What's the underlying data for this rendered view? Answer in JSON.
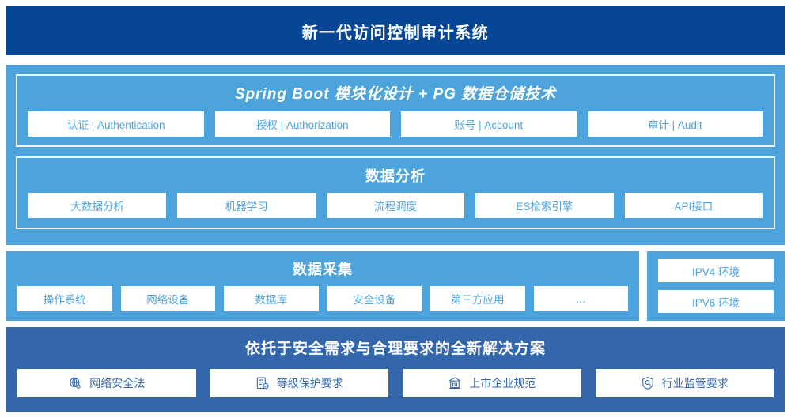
{
  "header": {
    "title": "新一代访问控制审计系统"
  },
  "platform": {
    "springboot": {
      "title": "Spring Boot 模块化设计 + PG 数据仓储技术",
      "cards": [
        {
          "label": "认证 | Authentication"
        },
        {
          "label": "授权 | Authorization"
        },
        {
          "label": "账号 | Account"
        },
        {
          "label": "审计 | Audit"
        }
      ]
    },
    "analysis": {
      "title": "数据分析",
      "cards": [
        {
          "label": "大数据分析"
        },
        {
          "label": "机器学习"
        },
        {
          "label": "流程调度"
        },
        {
          "label": "ES检索引擎"
        },
        {
          "label": "API接口"
        }
      ]
    }
  },
  "collection": {
    "title": "数据采集",
    "cards": [
      {
        "label": "操作系统"
      },
      {
        "label": "网络设备"
      },
      {
        "label": "数据库"
      },
      {
        "label": "安全设备"
      },
      {
        "label": "第三方应用"
      },
      {
        "label": "…"
      }
    ]
  },
  "environments": {
    "cards": [
      {
        "label": "IPV4 环境"
      },
      {
        "label": "IPV6 环境"
      }
    ]
  },
  "compliance": {
    "title": "依托于安全需求与合理要求的全新解决方案",
    "cards": [
      {
        "label": "网络安全法",
        "icon": "globe-network-icon"
      },
      {
        "label": "等级保护要求",
        "icon": "document-check-icon"
      },
      {
        "label": "上市企业规范",
        "icon": "bank-building-icon"
      },
      {
        "label": "行业监管要求",
        "icon": "shield-search-icon"
      }
    ]
  },
  "colors": {
    "header_navy": "#064694",
    "panel_blue": "#4da4dd",
    "deep_panel_blue": "#3366ab",
    "card_white": "#ffffff"
  }
}
